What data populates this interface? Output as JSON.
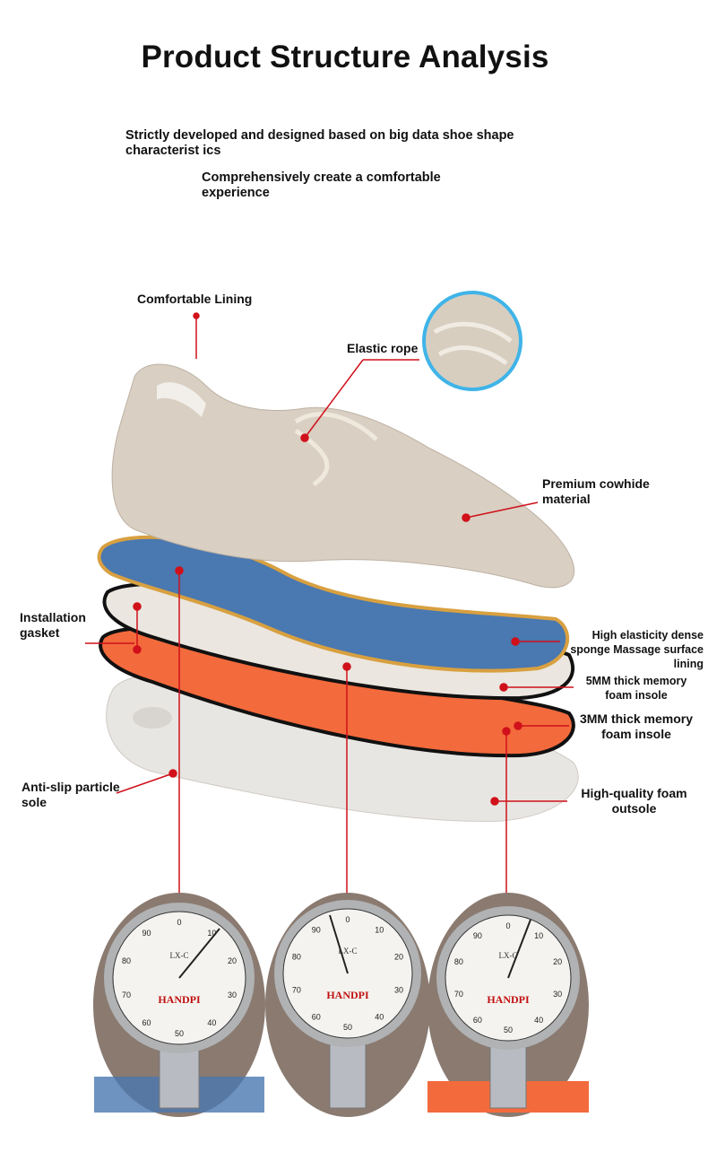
{
  "title": "Product Structure Analysis",
  "subtitle": {
    "line1": "Strictly developed and designed based on big data shoe shape characterist ics",
    "line2": "Comprehensively create a comfortable experience"
  },
  "labels": {
    "lining": "Comfortable Lining",
    "elastic_rope": "Elastic rope",
    "cowhide": "Premium cowhide material",
    "gasket": "Installation gasket",
    "massage": "High elasticity dense sponge Massage surface lining",
    "insole5": "5MM thick memory foam insole",
    "insole3": "3MM thick memory foam insole",
    "antislip": "Anti-slip particle sole",
    "outsole": "High-quality foam outsole"
  },
  "gauge": {
    "brand": "HANDPI",
    "model": "LX-C",
    "ticks": [
      "0",
      "10",
      "20",
      "30",
      "40",
      "50",
      "60",
      "70",
      "80",
      "90"
    ]
  },
  "colors": {
    "accent_red": "#d0101a",
    "upper": "#d9cfc2",
    "insole_blue": "#4a78b0",
    "orange_layer": "#f36a3c",
    "sole": "#e6e4e0",
    "inset_ring": "#3fb4e8"
  }
}
